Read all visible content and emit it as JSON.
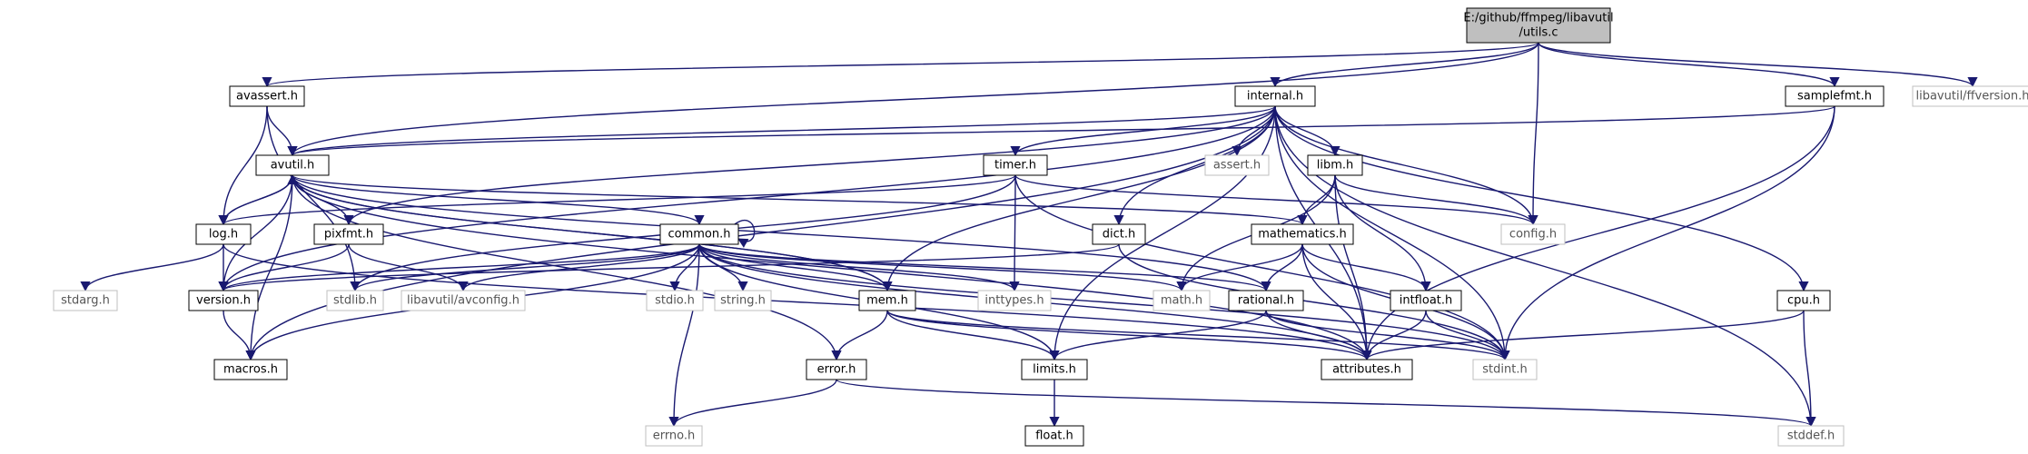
{
  "graph": {
    "root": "root",
    "colors": {
      "edge": "#191970",
      "node_border": "#000000",
      "system_border": "#bfbfbf",
      "root_fill": "#bfbfbf",
      "node_fill": "#ffffff",
      "system_text": "#555555"
    },
    "nodes": [
      {
        "id": "root",
        "lines": [
          "E:/github/ffmpeg/libavutil",
          "/utils.c"
        ],
        "kind": "root"
      },
      {
        "id": "avassert",
        "lines": [
          "avassert.h"
        ],
        "kind": "local"
      },
      {
        "id": "internal",
        "lines": [
          "internal.h"
        ],
        "kind": "local"
      },
      {
        "id": "samplefmt",
        "lines": [
          "samplefmt.h"
        ],
        "kind": "local"
      },
      {
        "id": "ffversion",
        "lines": [
          "libavutil/ffversion.h"
        ],
        "kind": "system"
      },
      {
        "id": "avutil",
        "lines": [
          "avutil.h"
        ],
        "kind": "local"
      },
      {
        "id": "timer",
        "lines": [
          "timer.h"
        ],
        "kind": "local"
      },
      {
        "id": "assert",
        "lines": [
          "assert.h"
        ],
        "kind": "system"
      },
      {
        "id": "libm",
        "lines": [
          "libm.h"
        ],
        "kind": "local"
      },
      {
        "id": "log",
        "lines": [
          "log.h"
        ],
        "kind": "local"
      },
      {
        "id": "pixfmt",
        "lines": [
          "pixfmt.h"
        ],
        "kind": "local"
      },
      {
        "id": "common",
        "lines": [
          "common.h"
        ],
        "kind": "local"
      },
      {
        "id": "dict",
        "lines": [
          "dict.h"
        ],
        "kind": "local"
      },
      {
        "id": "mathematics",
        "lines": [
          "mathematics.h"
        ],
        "kind": "local"
      },
      {
        "id": "config",
        "lines": [
          "config.h"
        ],
        "kind": "system"
      },
      {
        "id": "stdarg",
        "lines": [
          "stdarg.h"
        ],
        "kind": "system"
      },
      {
        "id": "version",
        "lines": [
          "version.h"
        ],
        "kind": "local"
      },
      {
        "id": "stdlib",
        "lines": [
          "stdlib.h"
        ],
        "kind": "system"
      },
      {
        "id": "avconfig",
        "lines": [
          "libavutil/avconfig.h"
        ],
        "kind": "system"
      },
      {
        "id": "stdio",
        "lines": [
          "stdio.h"
        ],
        "kind": "system"
      },
      {
        "id": "string",
        "lines": [
          "string.h"
        ],
        "kind": "system"
      },
      {
        "id": "mem",
        "lines": [
          "mem.h"
        ],
        "kind": "local"
      },
      {
        "id": "inttypes",
        "lines": [
          "inttypes.h"
        ],
        "kind": "system"
      },
      {
        "id": "math",
        "lines": [
          "math.h"
        ],
        "kind": "system"
      },
      {
        "id": "rational",
        "lines": [
          "rational.h"
        ],
        "kind": "local"
      },
      {
        "id": "intfloat",
        "lines": [
          "intfloat.h"
        ],
        "kind": "local"
      },
      {
        "id": "cpu",
        "lines": [
          "cpu.h"
        ],
        "kind": "local"
      },
      {
        "id": "macros",
        "lines": [
          "macros.h"
        ],
        "kind": "local"
      },
      {
        "id": "error",
        "lines": [
          "error.h"
        ],
        "kind": "local"
      },
      {
        "id": "limits",
        "lines": [
          "limits.h"
        ],
        "kind": "local"
      },
      {
        "id": "attributes",
        "lines": [
          "attributes.h"
        ],
        "kind": "local"
      },
      {
        "id": "stdint",
        "lines": [
          "stdint.h"
        ],
        "kind": "system"
      },
      {
        "id": "errno",
        "lines": [
          "errno.h"
        ],
        "kind": "system"
      },
      {
        "id": "float",
        "lines": [
          "float.h"
        ],
        "kind": "local"
      },
      {
        "id": "stddef",
        "lines": [
          "stddef.h"
        ],
        "kind": "system"
      }
    ],
    "edges": [
      [
        "root",
        "avassert"
      ],
      [
        "root",
        "avutil"
      ],
      [
        "root",
        "internal"
      ],
      [
        "root",
        "config"
      ],
      [
        "root",
        "samplefmt"
      ],
      [
        "root",
        "ffversion"
      ],
      [
        "avassert",
        "avutil"
      ],
      [
        "avassert",
        "log"
      ],
      [
        "avassert",
        "stdlib"
      ],
      [
        "internal",
        "avutil"
      ],
      [
        "internal",
        "timer"
      ],
      [
        "internal",
        "assert"
      ],
      [
        "internal",
        "libm"
      ],
      [
        "internal",
        "pixfmt"
      ],
      [
        "internal",
        "dict"
      ],
      [
        "internal",
        "config"
      ],
      [
        "internal",
        "mem"
      ],
      [
        "internal",
        "version"
      ],
      [
        "internal",
        "macros"
      ],
      [
        "internal",
        "cpu"
      ],
      [
        "internal",
        "limits"
      ],
      [
        "internal",
        "stdint"
      ],
      [
        "internal",
        "stddef"
      ],
      [
        "internal",
        "attributes"
      ],
      [
        "samplefmt",
        "avutil"
      ],
      [
        "samplefmt",
        "attributes"
      ],
      [
        "samplefmt",
        "stdint"
      ],
      [
        "avutil",
        "common"
      ],
      [
        "avutil",
        "log"
      ],
      [
        "avutil",
        "pixfmt"
      ],
      [
        "avutil",
        "version"
      ],
      [
        "avutil",
        "mathematics"
      ],
      [
        "avutil",
        "rational"
      ],
      [
        "avutil",
        "macros"
      ],
      [
        "avutil",
        "error"
      ],
      [
        "avutil",
        "mem"
      ],
      [
        "avutil",
        "attributes"
      ],
      [
        "log",
        "avutil"
      ],
      [
        "log",
        "stdarg"
      ],
      [
        "log",
        "version"
      ],
      [
        "log",
        "attributes"
      ],
      [
        "pixfmt",
        "version"
      ],
      [
        "pixfmt",
        "avconfig"
      ],
      [
        "timer",
        "log"
      ],
      [
        "timer",
        "config"
      ],
      [
        "timer",
        "stdlib"
      ],
      [
        "timer",
        "inttypes"
      ],
      [
        "timer",
        "stdint"
      ],
      [
        "libm",
        "config"
      ],
      [
        "libm",
        "mathematics"
      ],
      [
        "libm",
        "math"
      ],
      [
        "libm",
        "intfloat"
      ],
      [
        "libm",
        "attributes"
      ],
      [
        "dict",
        "version"
      ],
      [
        "dict",
        "stdint"
      ],
      [
        "common",
        "common"
      ],
      [
        "common",
        "version"
      ],
      [
        "common",
        "stdlib"
      ],
      [
        "common",
        "avconfig"
      ],
      [
        "common",
        "stdio"
      ],
      [
        "common",
        "string"
      ],
      [
        "common",
        "mem"
      ],
      [
        "common",
        "inttypes"
      ],
      [
        "common",
        "math"
      ],
      [
        "common",
        "rational"
      ],
      [
        "common",
        "macros"
      ],
      [
        "common",
        "errno"
      ],
      [
        "common",
        "limits"
      ],
      [
        "common",
        "attributes"
      ],
      [
        "common",
        "stdint"
      ],
      [
        "mem",
        "error"
      ],
      [
        "mem",
        "limits"
      ],
      [
        "mem",
        "attributes"
      ],
      [
        "mem",
        "avutil"
      ],
      [
        "mem",
        "stdint"
      ],
      [
        "mathematics",
        "math"
      ],
      [
        "mathematics",
        "rational"
      ],
      [
        "mathematics",
        "intfloat"
      ],
      [
        "mathematics",
        "attributes"
      ],
      [
        "mathematics",
        "stdint"
      ],
      [
        "rational",
        "limits"
      ],
      [
        "rational",
        "attributes"
      ],
      [
        "rational",
        "stdint"
      ],
      [
        "intfloat",
        "attributes"
      ],
      [
        "intfloat",
        "stdint"
      ],
      [
        "cpu",
        "attributes"
      ],
      [
        "cpu",
        "stddef"
      ],
      [
        "version",
        "macros"
      ],
      [
        "error",
        "errno"
      ],
      [
        "error",
        "stddef"
      ],
      [
        "limits",
        "float"
      ]
    ]
  }
}
